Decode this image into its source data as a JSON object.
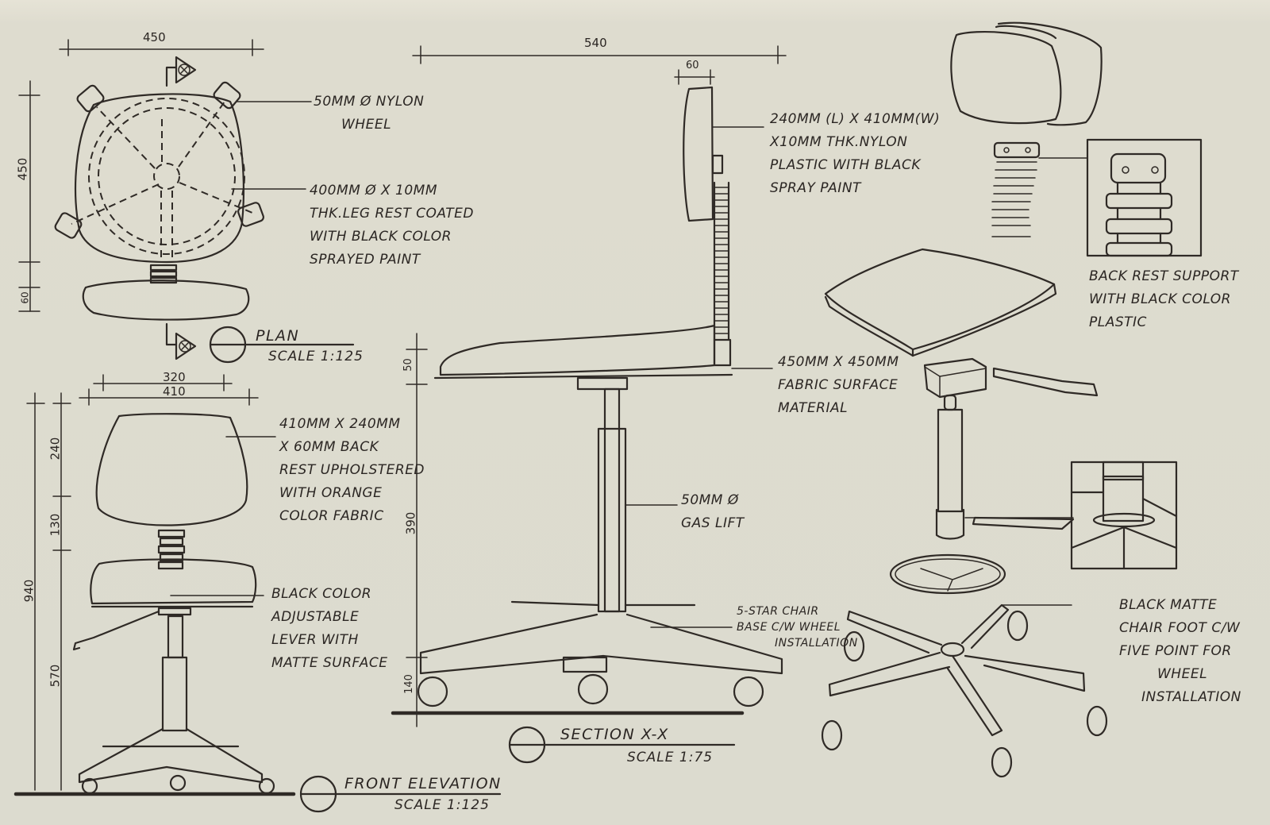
{
  "drawing": {
    "subject": "Adjustable drafting chair",
    "paper_color": "#dfded2",
    "ink_color": "#2f2a26"
  },
  "views": {
    "plan": {
      "title": "PLAN",
      "scale": "SCALE 1:125",
      "section_marker": "X",
      "dims": {
        "width": "450",
        "depth": "450",
        "backrest_depth": "60"
      },
      "notes": [
        {
          "lines": [
            "50mm Ø NYLON",
            "WHEEL"
          ]
        },
        {
          "lines": [
            "400mm Ø x 10mm",
            "THK.LEG REST COATED",
            "WITH BLACK COLOR",
            "SPRAYED PAINT"
          ]
        }
      ]
    },
    "front_elevation": {
      "title": "FRONT ELEVATION",
      "scale": "SCALE 1:125",
      "dims": {
        "backrest_width": "320",
        "seat_width": "410",
        "total_height": "940",
        "backrest_height": "240",
        "backrest_gap": "130",
        "seat_height": "570"
      },
      "notes": [
        {
          "lines": [
            "410mm x 240mm",
            "x 60mm BACK",
            "REST UPHOLSTERED",
            "WITH ORANGE",
            "COLOR FABRIC"
          ]
        },
        {
          "lines": [
            "BLACK COLOR",
            "ADJUSTABLE",
            "LEVER WITH",
            "MATTE SURFACE"
          ]
        }
      ]
    },
    "section": {
      "title": "SECTION X-X",
      "scale": "SCALE 1:75",
      "dims": {
        "overall_depth": "540",
        "backrest_thickness": "60",
        "seat_thickness": "50",
        "lift_height": "390",
        "base_height": "140"
      },
      "notes": [
        {
          "lines": [
            "240mm (L) x 410mm(W)",
            "x10mm THK.NYLON",
            "PLASTIC WITH BLACK",
            "SPRAY PAINT"
          ]
        },
        {
          "lines": [
            "450mm x 450mm",
            "FABRIC SURFACE",
            "MATERIAL"
          ]
        },
        {
          "lines": [
            "50mm Ø",
            "GAS LIFT"
          ]
        },
        {
          "lines": [
            "5-STAR CHAIR",
            "BASE C/W WHEEL",
            "INSTALLATION"
          ]
        }
      ]
    },
    "exploded": {
      "notes": [
        {
          "lines": [
            "BACK REST SUPPORT",
            "WITH BLACK COLOR",
            "PLASTIC"
          ]
        },
        {
          "lines": [
            "BLACK MATTE",
            "CHAIR FOOT C/W",
            "FIVE POINT FOR",
            "WHEEL",
            "INSTALLATION"
          ]
        }
      ]
    }
  }
}
